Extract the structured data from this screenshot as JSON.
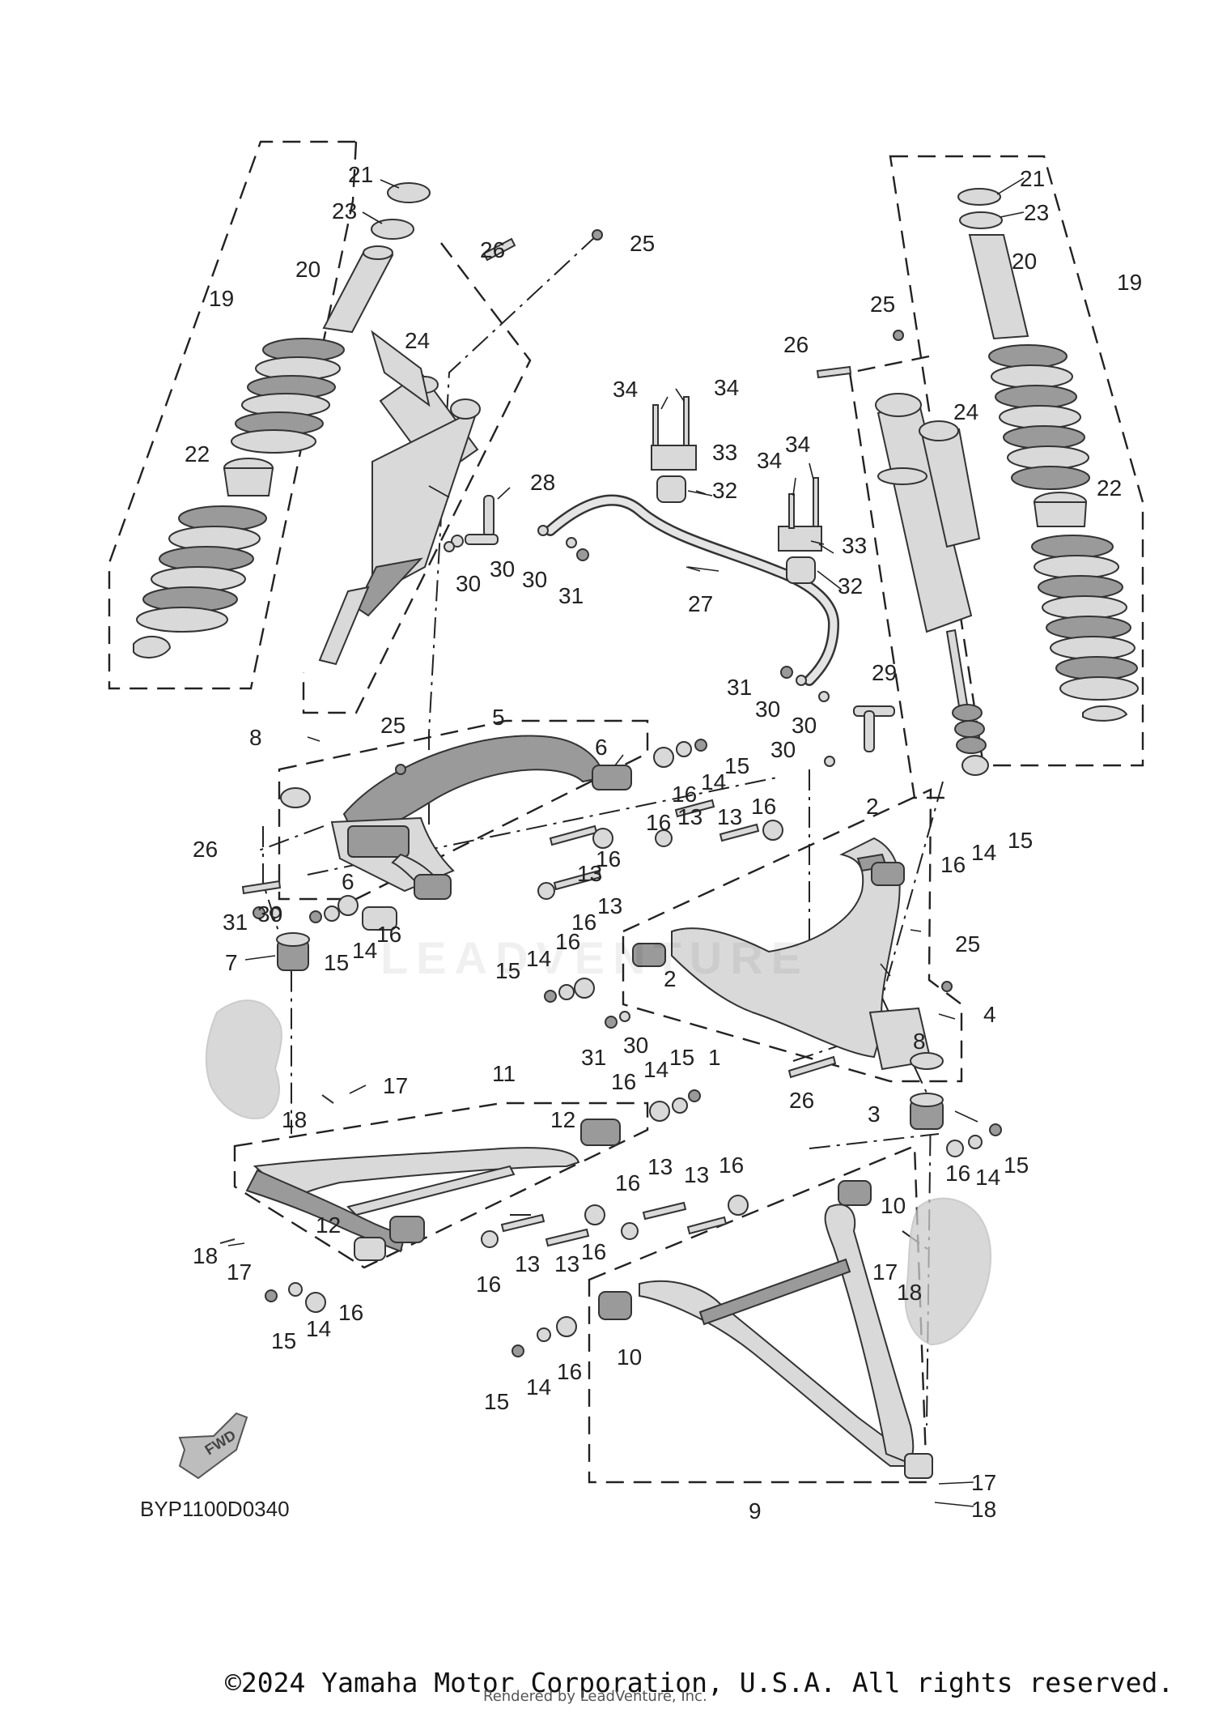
{
  "diagram": {
    "code": "BYP1100D0340",
    "fwd_label": "FWD",
    "watermark": "LEADVENTURE",
    "copyright": "©2024 Yamaha Motor Corporation, U.S.A. All rights reserved.",
    "rendered_by": "Rendered by LeadVenture, Inc."
  },
  "callouts": [
    {
      "id": "c-21-left",
      "label": "21"
    },
    {
      "id": "c-23-left",
      "label": "23"
    },
    {
      "id": "c-20-left",
      "label": "20"
    },
    {
      "id": "c-19-left",
      "label": "19"
    },
    {
      "id": "c-24-left",
      "label": "24"
    },
    {
      "id": "c-22-left",
      "label": "22"
    },
    {
      "id": "c-26-top-left",
      "label": "26"
    },
    {
      "id": "c-25-top-left",
      "label": "25"
    },
    {
      "id": "c-34-a",
      "label": "34"
    },
    {
      "id": "c-34-b",
      "label": "34"
    },
    {
      "id": "c-33-a",
      "label": "33"
    },
    {
      "id": "c-32-a",
      "label": "32"
    },
    {
      "id": "c-34-c",
      "label": "34"
    },
    {
      "id": "c-34-d",
      "label": "34"
    },
    {
      "id": "c-33-b",
      "label": "33"
    },
    {
      "id": "c-32-b",
      "label": "32"
    },
    {
      "id": "c-28",
      "label": "28"
    },
    {
      "id": "c-30-a",
      "label": "30"
    },
    {
      "id": "c-30-b",
      "label": "30"
    },
    {
      "id": "c-30-c",
      "label": "30"
    },
    {
      "id": "c-31-a",
      "label": "31"
    },
    {
      "id": "c-27",
      "label": "27"
    },
    {
      "id": "c-21-right",
      "label": "21"
    },
    {
      "id": "c-23-right",
      "label": "23"
    },
    {
      "id": "c-20-right",
      "label": "20"
    },
    {
      "id": "c-19-right",
      "label": "19"
    },
    {
      "id": "c-25-right",
      "label": "25"
    },
    {
      "id": "c-26-right",
      "label": "26"
    },
    {
      "id": "c-24-right",
      "label": "24"
    },
    {
      "id": "c-22-right",
      "label": "22"
    },
    {
      "id": "c-31-b",
      "label": "31"
    },
    {
      "id": "c-30-d",
      "label": "30"
    },
    {
      "id": "c-30-e",
      "label": "30"
    },
    {
      "id": "c-29",
      "label": "29"
    },
    {
      "id": "c-30-f",
      "label": "30"
    },
    {
      "id": "c-5",
      "label": "5"
    },
    {
      "id": "c-8",
      "label": "8"
    },
    {
      "id": "c-25-mid",
      "label": "25"
    },
    {
      "id": "c-6-a",
      "label": "6"
    },
    {
      "id": "c-16-a",
      "label": "16"
    },
    {
      "id": "c-14-a",
      "label": "14"
    },
    {
      "id": "c-15-a",
      "label": "15"
    },
    {
      "id": "c-26-mid",
      "label": "26"
    },
    {
      "id": "c-2-a",
      "label": "2"
    },
    {
      "id": "c-16-b",
      "label": "16"
    },
    {
      "id": "c-14-b",
      "label": "14"
    },
    {
      "id": "c-15-b",
      "label": "15"
    },
    {
      "id": "c-16-c",
      "label": "16"
    },
    {
      "id": "c-13-a",
      "label": "13"
    },
    {
      "id": "c-13-b",
      "label": "13"
    },
    {
      "id": "c-16-d",
      "label": "16"
    },
    {
      "id": "c-16-e",
      "label": "16"
    },
    {
      "id": "c-13-c",
      "label": "13"
    },
    {
      "id": "c-13-d",
      "label": "13"
    },
    {
      "id": "c-16-f",
      "label": "16"
    },
    {
      "id": "c-6-b",
      "label": "6"
    },
    {
      "id": "c-31-c",
      "label": "31"
    },
    {
      "id": "c-30-g",
      "label": "30"
    },
    {
      "id": "c-15-c",
      "label": "15"
    },
    {
      "id": "c-14-c",
      "label": "14"
    },
    {
      "id": "c-16-g",
      "label": "16"
    },
    {
      "id": "c-7",
      "label": "7"
    },
    {
      "id": "c-16-h",
      "label": "16"
    },
    {
      "id": "c-15-d",
      "label": "15"
    },
    {
      "id": "c-14-d",
      "label": "14"
    },
    {
      "id": "c-2-b",
      "label": "2"
    },
    {
      "id": "c-25-lower",
      "label": "25"
    },
    {
      "id": "c-4",
      "label": "4"
    },
    {
      "id": "c-31-d",
      "label": "31"
    },
    {
      "id": "c-30-h",
      "label": "30"
    },
    {
      "id": "c-1",
      "label": "1"
    },
    {
      "id": "c-8-b",
      "label": "8"
    },
    {
      "id": "c-17-a",
      "label": "17"
    },
    {
      "id": "c-18-a",
      "label": "18"
    },
    {
      "id": "c-11",
      "label": "11"
    },
    {
      "id": "c-16-i",
      "label": "16"
    },
    {
      "id": "c-14-e",
      "label": "14"
    },
    {
      "id": "c-15-e",
      "label": "15"
    },
    {
      "id": "c-26-lower",
      "label": "26"
    },
    {
      "id": "c-3",
      "label": "3"
    },
    {
      "id": "c-12-a",
      "label": "12"
    },
    {
      "id": "c-16-j",
      "label": "16"
    },
    {
      "id": "c-13-e",
      "label": "13"
    },
    {
      "id": "c-13-f",
      "label": "13"
    },
    {
      "id": "c-16-k",
      "label": "16"
    },
    {
      "id": "c-16-l",
      "label": "16"
    },
    {
      "id": "c-14-f",
      "label": "14"
    },
    {
      "id": "c-15-f",
      "label": "15"
    },
    {
      "id": "c-10-a",
      "label": "10"
    },
    {
      "id": "c-12-b",
      "label": "12"
    },
    {
      "id": "c-18-b",
      "label": "18"
    },
    {
      "id": "c-17-b",
      "label": "17"
    },
    {
      "id": "c-16-m",
      "label": "16"
    },
    {
      "id": "c-13-g",
      "label": "13"
    },
    {
      "id": "c-13-h",
      "label": "13"
    },
    {
      "id": "c-16-n",
      "label": "16"
    },
    {
      "id": "c-17-c",
      "label": "17"
    },
    {
      "id": "c-18-c",
      "label": "18"
    },
    {
      "id": "c-15-g",
      "label": "15"
    },
    {
      "id": "c-14-g",
      "label": "14"
    },
    {
      "id": "c-16-o",
      "label": "16"
    },
    {
      "id": "c-10-b",
      "label": "10"
    },
    {
      "id": "c-15-h",
      "label": "15"
    },
    {
      "id": "c-14-h",
      "label": "14"
    },
    {
      "id": "c-16-p",
      "label": "16"
    },
    {
      "id": "c-9",
      "label": "9"
    },
    {
      "id": "c-17-d",
      "label": "17"
    },
    {
      "id": "c-18-d",
      "label": "18"
    }
  ]
}
